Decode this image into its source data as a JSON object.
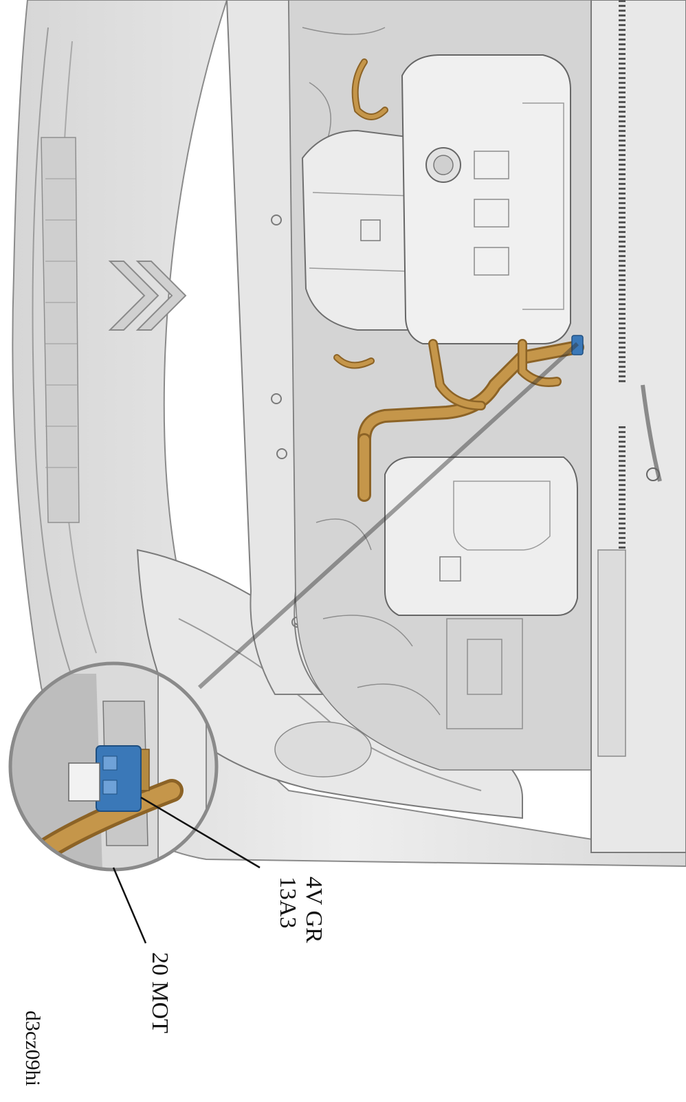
{
  "diagram": {
    "callouts": {
      "connector_id": "13A3",
      "connector_spec": "4V GR",
      "harness": "20 MOT"
    },
    "reference_code": "d3cz09hi"
  },
  "colors": {
    "background": "#ffffff",
    "body_panel": "#e4e4e4",
    "engine_cover": "#efefef",
    "hose": "#b8893a",
    "connector": "#3a78b8",
    "leader_line": "#111111"
  }
}
